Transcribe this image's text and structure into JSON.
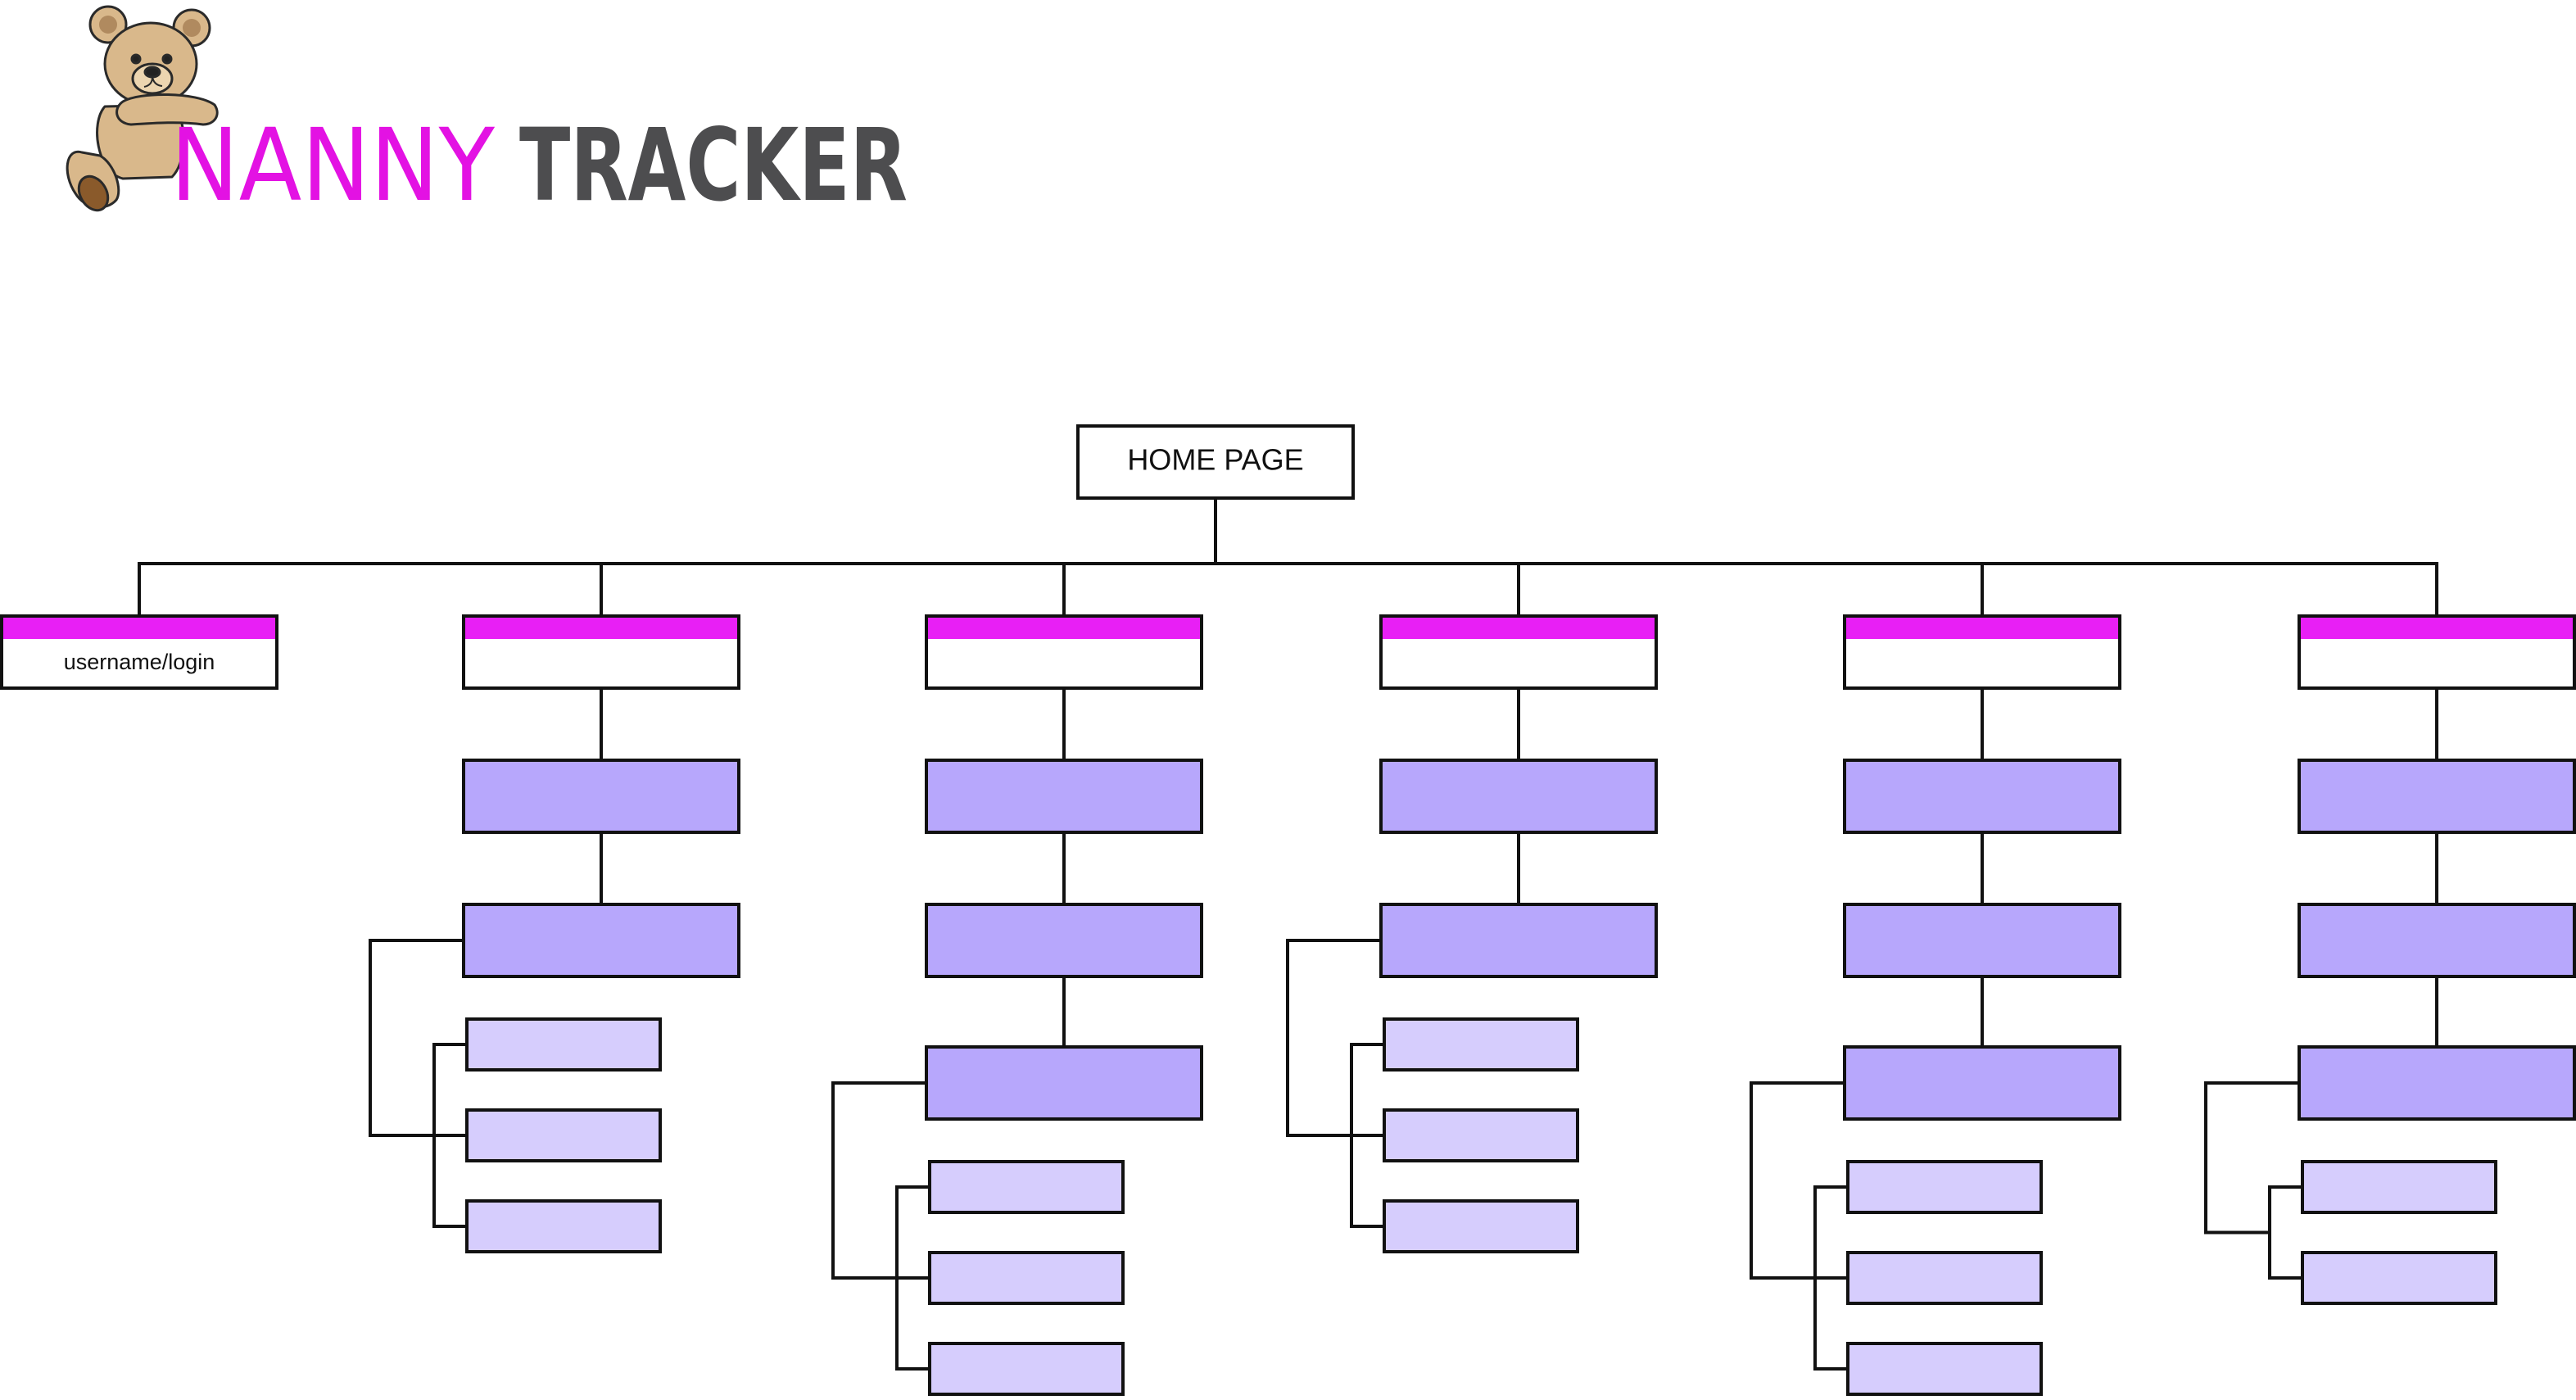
{
  "logo": {
    "word_first": "NANNY",
    "word_second": "TRACKER",
    "icon": "teddy-bear-icon",
    "colors": {
      "first": "#e312e3",
      "second": "#4d4d4f"
    }
  },
  "sitemap": {
    "root_label": "HOME PAGE",
    "section_header_label": "username/login",
    "colors": {
      "line": "#111111",
      "header_stripe": "#e81ff5",
      "level_dark": "#b7a7fc",
      "level_light": "#d6cdfd",
      "box_fill": "#ffffff"
    }
  }
}
